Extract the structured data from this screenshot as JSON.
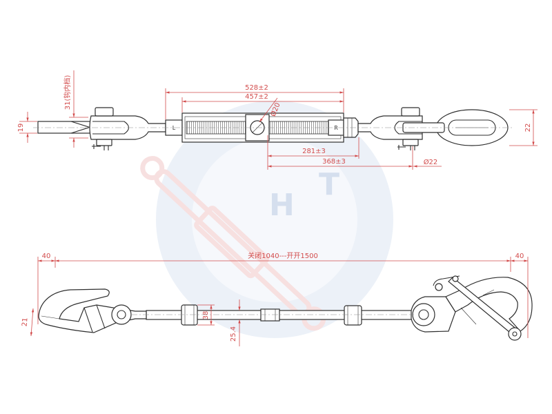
{
  "drawing": {
    "top_view": {
      "overall_length": "528±2",
      "body_length": "457±2",
      "pin_diameter": "Ø20",
      "left_mark": "L",
      "right_mark": "R",
      "rod_left_size": "19",
      "jaw_gap": "31(钩内档)",
      "link_size": "22",
      "thread_length": "281±3",
      "thread_to_pin": "368±3",
      "rod_diameter": "Ø22"
    },
    "side_view": {
      "left_end": "40",
      "length_range": "关闭1040---开开1500",
      "right_end": "40",
      "sleeve_diameter": "38",
      "rod_diameter": "25.4",
      "hook_size": "21"
    }
  },
  "watermark": {
    "letters": [
      "H",
      "T"
    ]
  },
  "colors": {
    "line": "#2e2e2e",
    "dimension": "#d24b4b",
    "watermark_blue": "#e6edf6",
    "watermark_red": "#f5d6d6"
  }
}
